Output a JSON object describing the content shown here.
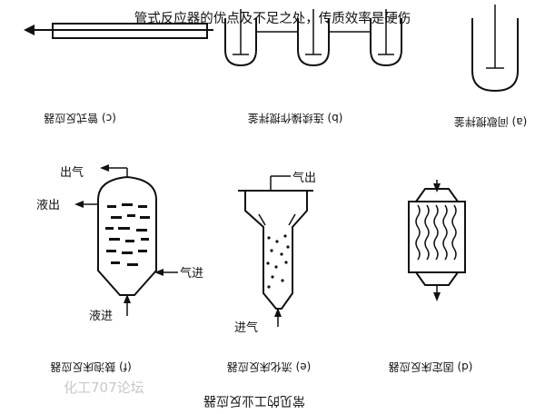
{
  "header": {
    "title": "管式反应器的优点及不足之处，传质效率是硬伤"
  },
  "top_row": {
    "caption_tubular": "(c) 管式反应器",
    "caption_cstr_series": "(b) 连续操作搅拌釜",
    "caption_batch": "(a) 间歇搅拌釜"
  },
  "bottom_row": {
    "caption_bubble": "(f) 鼓泡床反应器",
    "caption_fluidized": "(e) 流化床反应器",
    "caption_fixed": "(d) 固定床反应器"
  },
  "labels": {
    "gas_out_left": "出气",
    "liquid_out": "液出",
    "gas_in_left": "气进",
    "liquid_in": "液进",
    "gas_out_mid": "气出",
    "gas_in_mid": "进气"
  },
  "footer": {
    "title": "常见的工业反应器",
    "watermark": "化工707论坛"
  },
  "colors": {
    "ink": "#111111",
    "watermark": "#c8c8c8"
  }
}
